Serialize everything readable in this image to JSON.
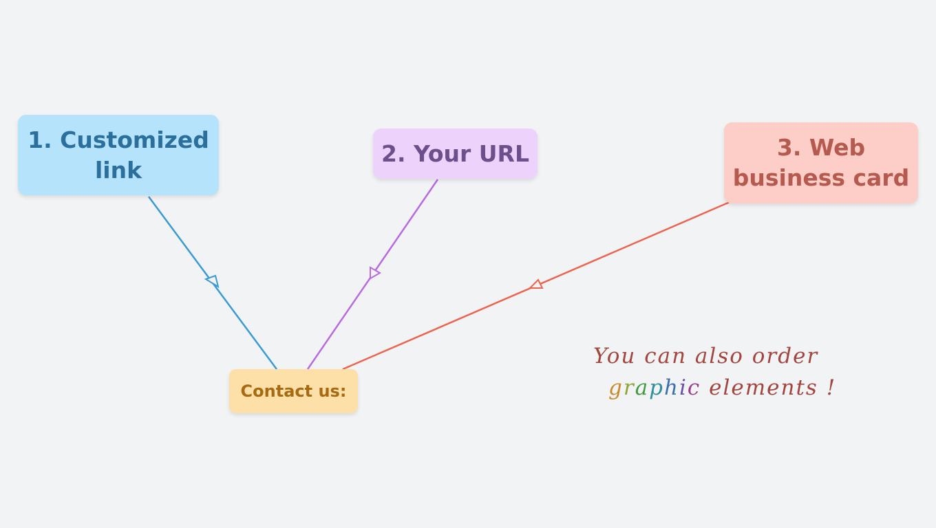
{
  "nodes": {
    "customized_link": {
      "label": "1. Customized link",
      "color": "#b5e3fb",
      "text_color": "#2b6f9c",
      "line_color": "#3a9bd2"
    },
    "your_url": {
      "label": "2. Your URL",
      "color": "#edd3fb",
      "text_color": "#6f4f8b",
      "line_color": "#b86ae0"
    },
    "web_business_card": {
      "label": "3. Web business card",
      "color": "#fdcdc8",
      "text_color": "#b45a4e",
      "line_color": "#ee6350"
    },
    "contact_us": {
      "label": "Contact us:",
      "color": "#fde0a8",
      "text_color": "#a66a12"
    }
  },
  "note": {
    "line1": "You can also order",
    "graphic_letters": [
      "g",
      "r",
      "a",
      "p",
      "h",
      "i",
      "c"
    ],
    "line2_rest": " elements",
    "exclaim": "!"
  }
}
